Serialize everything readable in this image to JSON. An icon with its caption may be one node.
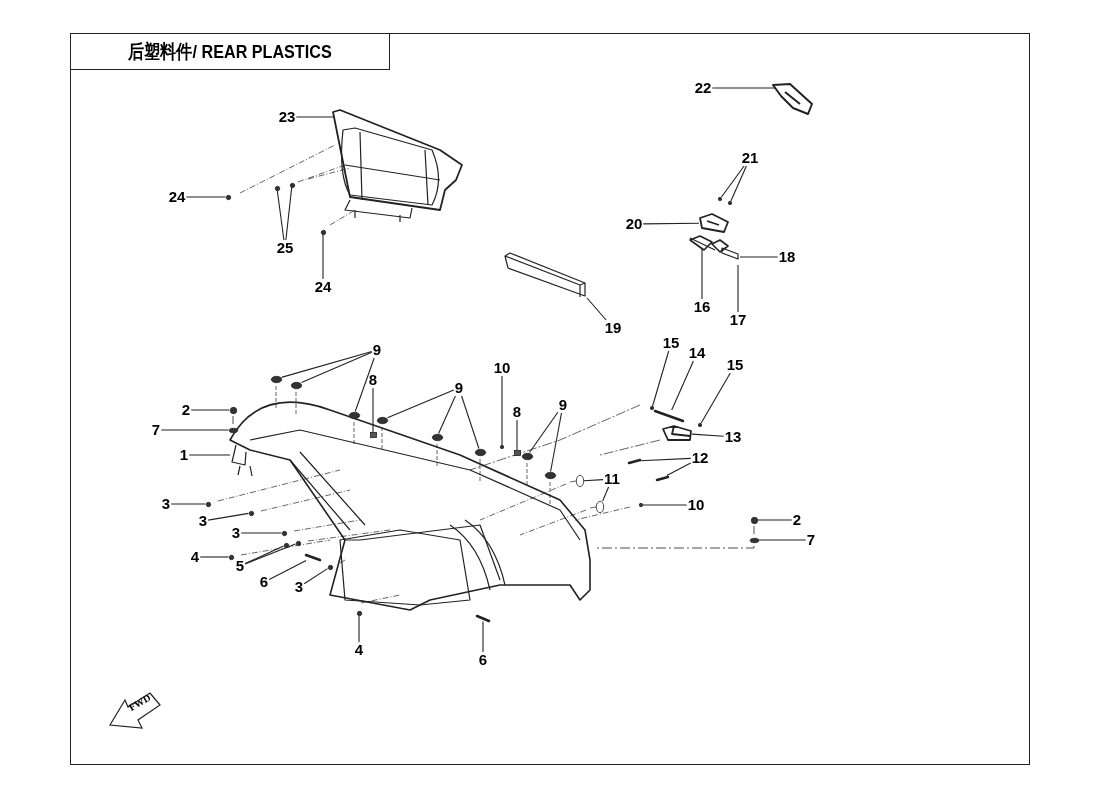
{
  "diagram": {
    "title": "后塑料件/ REAR PLASTICS",
    "nodes": [
      {
        "text": [
          "22"
        ]
      },
      {
        "text": [
          "23"
        ]
      },
      {
        "text": [
          "21"
        ]
      },
      {
        "text": [
          "24"
        ]
      },
      {
        "text": [
          "25"
        ]
      },
      {
        "text": [
          "20"
        ]
      },
      {
        "text": [
          "18"
        ]
      },
      {
        "text": [
          "24"
        ]
      },
      {
        "text": [
          "16"
        ]
      },
      {
        "text": [
          "17"
        ]
      },
      {
        "text": [
          "19"
        ]
      },
      {
        "text": [
          "9"
        ]
      },
      {
        "text": [
          "15"
        ]
      },
      {
        "text": [
          "14"
        ]
      },
      {
        "text": [
          "15"
        ]
      },
      {
        "text": [
          "8"
        ]
      },
      {
        "text": [
          "10"
        ]
      },
      {
        "text": [
          "9"
        ]
      },
      {
        "text": [
          "9"
        ]
      },
      {
        "text": [
          "2"
        ]
      },
      {
        "text": [
          "13"
        ]
      },
      {
        "text": [
          "7"
        ]
      },
      {
        "text": [
          "8"
        ]
      },
      {
        "text": [
          "1"
        ]
      },
      {
        "text": [
          "12"
        ]
      },
      {
        "text": [
          "11"
        ]
      },
      {
        "text": [
          "3"
        ]
      },
      {
        "text": [
          "3"
        ]
      },
      {
        "text": [
          "10"
        ]
      },
      {
        "text": [
          "3"
        ]
      },
      {
        "text": [
          "2"
        ]
      },
      {
        "text": [
          "4"
        ]
      },
      {
        "text": [
          "5"
        ]
      },
      {
        "text": [
          "7"
        ]
      },
      {
        "text": [
          "6"
        ]
      },
      {
        "text": [
          "3"
        ]
      },
      {
        "text": [
          "4"
        ]
      },
      {
        "text": [
          "6"
        ]
      },
      {
        "text": [],
        "shape": "circle"
      },
      {
        "text": [],
        "shape": "circle"
      },
      {
        "text": [],
        "shape": "circle"
      },
      {
        "text": [],
        "shape": "circle"
      },
      {
        "text": [],
        "shape": "circle"
      },
      {
        "text": [],
        "shape": "circle"
      },
      {
        "text": [],
        "shape": "circle"
      },
      {
        "text": [],
        "shape": "circle"
      },
      {
        "text": [],
        "shape": "circle"
      },
      {
        "text": [],
        "shape": "box"
      },
      {
        "text": [],
        "shape": "circle"
      },
      {
        "text": [],
        "shape": "circle"
      },
      {
        "text": [],
        "shape": "circle"
      },
      {
        "text": [],
        "shape": "circle"
      },
      {
        "text": [],
        "shape": "circle"
      },
      {
        "text": [],
        "shape": "circle"
      },
      {
        "text": [],
        "shape": "circle"
      },
      {
        "text": [],
        "shape": "picture"
      },
      {
        "text": [],
        "shape": "circle"
      },
      {
        "text": [],
        "shape": "box"
      },
      {
        "text": [],
        "shape": "circle"
      },
      {
        "text": [],
        "shape": "circle"
      },
      {
        "text": [],
        "shape": "circle"
      },
      {
        "text": [],
        "shape": "circle"
      },
      {
        "text": [],
        "shape": "circle"
      },
      {
        "text": [],
        "shape": "circle"
      },
      {
        "text": [],
        "shape": "circle"
      },
      {
        "text": [],
        "shape": "circle"
      },
      {
        "text": [],
        "shape": "circle"
      },
      {
        "text": [],
        "shape": "bar"
      },
      {
        "text": [],
        "shape": "circle"
      },
      {
        "text": [],
        "shape": "circle"
      },
      {
        "text": [],
        "shape": "bar"
      },
      {
        "text": [],
        "shape": "circle"
      },
      {
        "text": [],
        "shape": "bar"
      },
      {
        "text": [],
        "shape": "circle"
      },
      {
        "text": [],
        "shape": "bar"
      },
      {
        "text": [],
        "shape": "bar"
      },
      {
        "text": [],
        "shape": "circle"
      },
      {
        "text": [],
        "shape": "circle"
      },
      {
        "text": [],
        "shape": "picture"
      }
    ],
    "edges": [
      {
        "from": 0,
        "to": null,
        "arrow": "none"
      },
      {
        "from": 1,
        "to": null,
        "arrow": "none"
      },
      {
        "from": 2,
        "to": 38,
        "arrow": "none"
      },
      {
        "from": 2,
        "to": 39,
        "arrow": "none"
      },
      {
        "from": 3,
        "to": 40,
        "arrow": "none"
      },
      {
        "from": 4,
        "to": 41,
        "arrow": "none"
      },
      {
        "from": 4,
        "to": 42,
        "arrow": "none"
      },
      {
        "from": 5,
        "to": 78,
        "arrow": "none"
      },
      {
        "from": 6,
        "to": null,
        "arrow": "none"
      },
      {
        "from": 7,
        "to": 43,
        "arrow": "none"
      },
      {
        "from": 8,
        "to": null,
        "arrow": "none"
      },
      {
        "from": 9,
        "to": null,
        "arrow": "none"
      },
      {
        "from": 10,
        "to": null,
        "arrow": "none"
      },
      {
        "from": 11,
        "to": 44,
        "arrow": "none"
      },
      {
        "from": 11,
        "to": 45,
        "arrow": "none"
      },
      {
        "from": 11,
        "to": 46,
        "arrow": "none"
      },
      {
        "from": 12,
        "to": 71,
        "arrow": "none"
      },
      {
        "from": 13,
        "to": 72,
        "arrow": "none"
      },
      {
        "from": 14,
        "to": 73,
        "arrow": "none"
      },
      {
        "from": 15,
        "to": 47,
        "arrow": "none"
      },
      {
        "from": 16,
        "to": 48,
        "arrow": "none"
      },
      {
        "from": 17,
        "to": 49,
        "arrow": "none"
      },
      {
        "from": 17,
        "to": 50,
        "arrow": "none"
      },
      {
        "from": 17,
        "to": 51,
        "arrow": "none"
      },
      {
        "from": 18,
        "to": 52,
        "arrow": "none"
      },
      {
        "from": 18,
        "to": 53,
        "arrow": "none"
      },
      {
        "from": 19,
        "to": 54,
        "arrow": "none"
      },
      {
        "from": 20,
        "to": 55,
        "arrow": "none"
      },
      {
        "from": 21,
        "to": 56,
        "arrow": "none"
      },
      {
        "from": 22,
        "to": 57,
        "arrow": "none"
      },
      {
        "from": 23,
        "to": null,
        "arrow": "none"
      },
      {
        "from": 24,
        "to": 74,
        "arrow": "none"
      },
      {
        "from": 24,
        "to": 75,
        "arrow": "none"
      },
      {
        "from": 25,
        "to": 76,
        "arrow": "none"
      },
      {
        "from": 25,
        "to": 77,
        "arrow": "none"
      },
      {
        "from": 26,
        "to": 58,
        "arrow": "none"
      },
      {
        "from": 27,
        "to": 59,
        "arrow": "none"
      },
      {
        "from": 28,
        "to": 61,
        "arrow": "none"
      },
      {
        "from": 29,
        "to": 60,
        "arrow": "none"
      },
      {
        "from": 30,
        "to": 62,
        "arrow": "none"
      },
      {
        "from": 31,
        "to": 63,
        "arrow": "none"
      },
      {
        "from": 32,
        "to": 64,
        "arrow": "none"
      },
      {
        "from": 32,
        "to": 65,
        "arrow": "none"
      },
      {
        "from": 33,
        "to": 66,
        "arrow": "none"
      },
      {
        "from": 34,
        "to": 67,
        "arrow": "none"
      },
      {
        "from": 35,
        "to": 68,
        "arrow": "none"
      },
      {
        "from": 36,
        "to": 69,
        "arrow": "none"
      },
      {
        "from": 37,
        "to": 70,
        "arrow": "none"
      }
    ],
    "labels": [
      "FWD"
    ]
  }
}
